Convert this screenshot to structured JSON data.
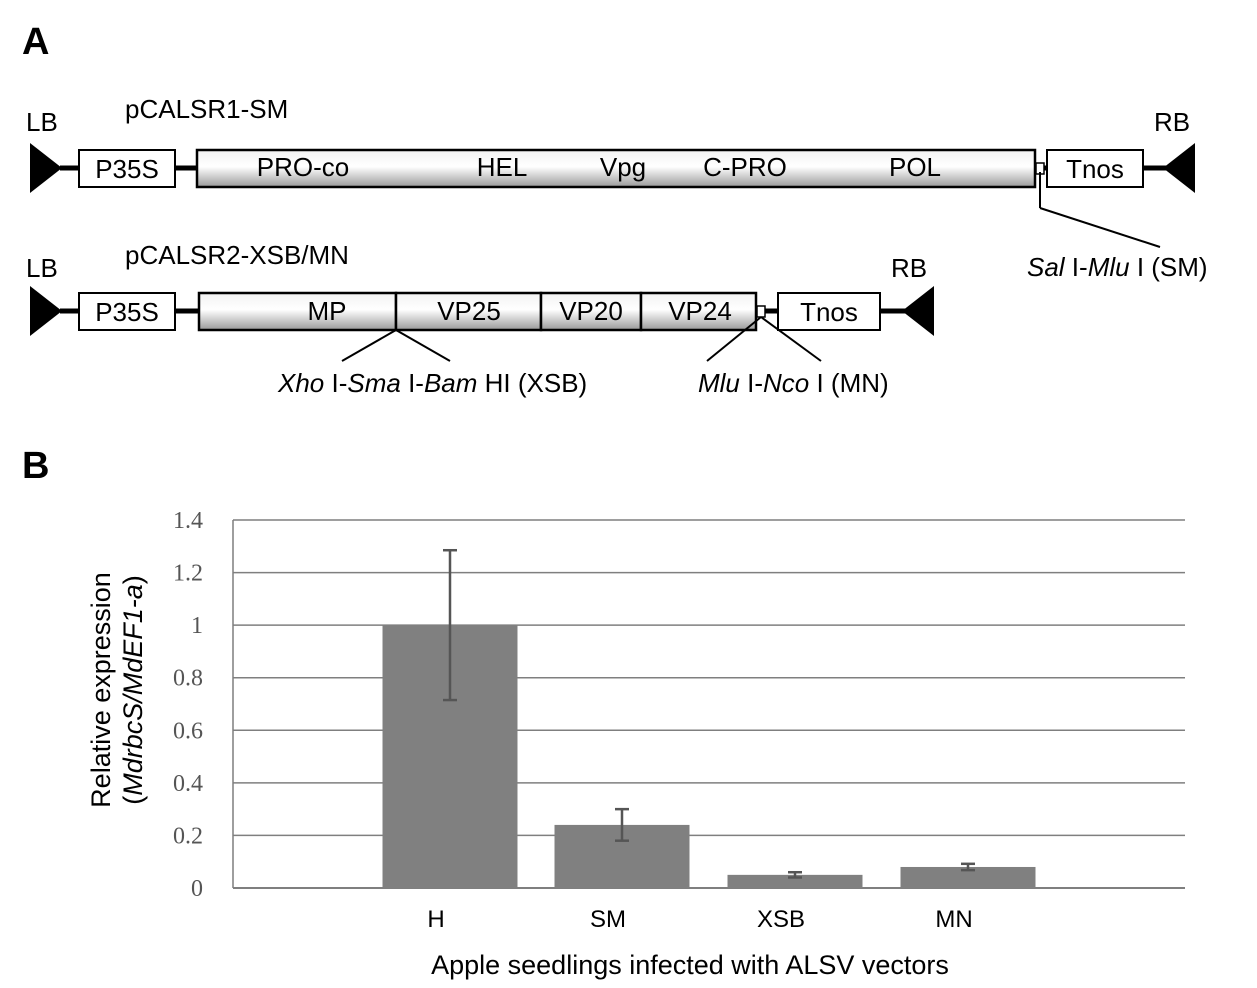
{
  "panel_a": {
    "letter": "A",
    "lb": "LB",
    "rb": "RB",
    "construct1": {
      "name": "pCALSR1-SM",
      "promoter": "P35S",
      "terminator": "Tnos",
      "segments": [
        "PRO-co",
        "HEL",
        "Vpg",
        "C-PRO",
        "POL"
      ],
      "site": {
        "e1": "Sal",
        "sep": " I-",
        "e2": "Mlu",
        "tail": " I (SM)"
      }
    },
    "construct2": {
      "name": "pCALSR2-XSB/MN",
      "promoter": "P35S",
      "terminator": "Tnos",
      "segments": [
        "MP",
        "VP25",
        "VP20",
        "VP24"
      ],
      "site1": {
        "e1": "Xho",
        "sep1": " I-",
        "e2": "Sma",
        "sep2": " I-",
        "e3": "Bam",
        "tail": " HI (XSB)"
      },
      "site2": {
        "e1": "Mlu",
        "sep": " I-",
        "e2": "Nco",
        "tail": " I (MN)"
      }
    }
  },
  "panel_b": {
    "letter": "B"
  },
  "chart_data": {
    "type": "bar",
    "categories": [
      "H",
      "SM",
      "XSB",
      "MN"
    ],
    "values": [
      1.0,
      0.24,
      0.05,
      0.08
    ],
    "error": [
      0.285,
      0.06,
      0.01,
      0.012
    ],
    "ylim": [
      0,
      1.4
    ],
    "yticks": [
      "0",
      "0.2",
      "0.4",
      "0.6",
      "0.8",
      "1",
      "1.2",
      "1.4"
    ],
    "ylabel_line1": "Relative expression",
    "ylabel_line2": {
      "open": "(",
      "italic": "MdrbcS/MdEF1-a",
      "close": ")"
    },
    "xlabel": "Apple seedlings infected with ALSV vectors",
    "grid": true,
    "bar_color": "#808080",
    "error_color": "#555555",
    "grid_color": "#7f7f7f"
  }
}
